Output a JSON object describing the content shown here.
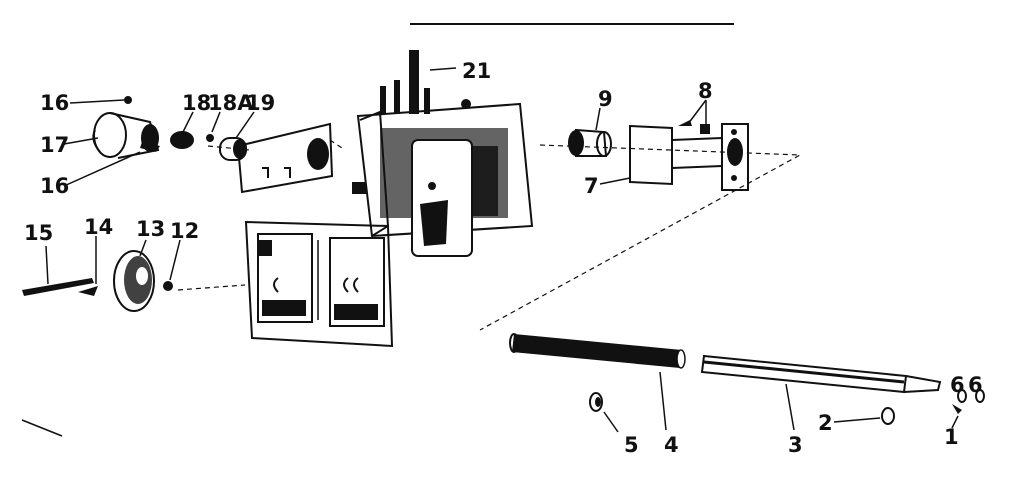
{
  "diagram": {
    "callouts": [
      {
        "id": "c1",
        "label": "1"
      },
      {
        "id": "c2",
        "label": "2"
      },
      {
        "id": "c3",
        "label": "3"
      },
      {
        "id": "c4",
        "label": "4"
      },
      {
        "id": "c5",
        "label": "5"
      },
      {
        "id": "c6a",
        "label": "6"
      },
      {
        "id": "c6b",
        "label": "6"
      },
      {
        "id": "c7",
        "label": "7"
      },
      {
        "id": "c8",
        "label": "8"
      },
      {
        "id": "c9",
        "label": "9"
      },
      {
        "id": "c12",
        "label": "12"
      },
      {
        "id": "c13",
        "label": "13"
      },
      {
        "id": "c14",
        "label": "14"
      },
      {
        "id": "c15",
        "label": "15"
      },
      {
        "id": "c16a",
        "label": "16"
      },
      {
        "id": "c16b",
        "label": "16"
      },
      {
        "id": "c17",
        "label": "17"
      },
      {
        "id": "c18",
        "label": "18"
      },
      {
        "id": "c18a",
        "label": "18A"
      },
      {
        "id": "c19",
        "label": "19"
      },
      {
        "id": "c21",
        "label": "21"
      }
    ],
    "ink_color": "#111111",
    "background_color": "#ffffff"
  }
}
